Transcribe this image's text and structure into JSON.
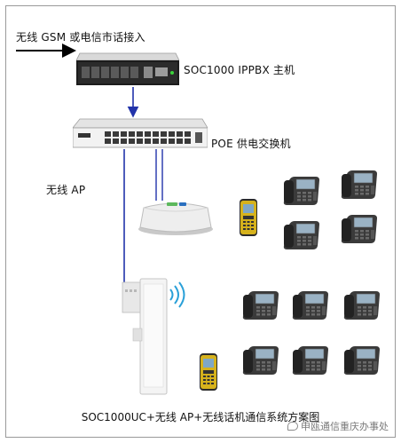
{
  "diagram": {
    "input_label": "无线 GSM 或电信市话接入",
    "ippbx_label": "SOC1000 IPPBX 主机",
    "poe_label": "POE 供电交换机",
    "ap_label": "无线 AP",
    "caption": "SOC1000UC+无线 AP+无线话机通信系统方案图",
    "watermark": "申瓯通信重庆办事处"
  },
  "colors": {
    "link_blue": "#2233aa",
    "arrow_black": "#000000",
    "phone_body": "#2f2f2f",
    "handset_yellow": "#d6b21c",
    "frame_border": "#9a9a9a"
  }
}
